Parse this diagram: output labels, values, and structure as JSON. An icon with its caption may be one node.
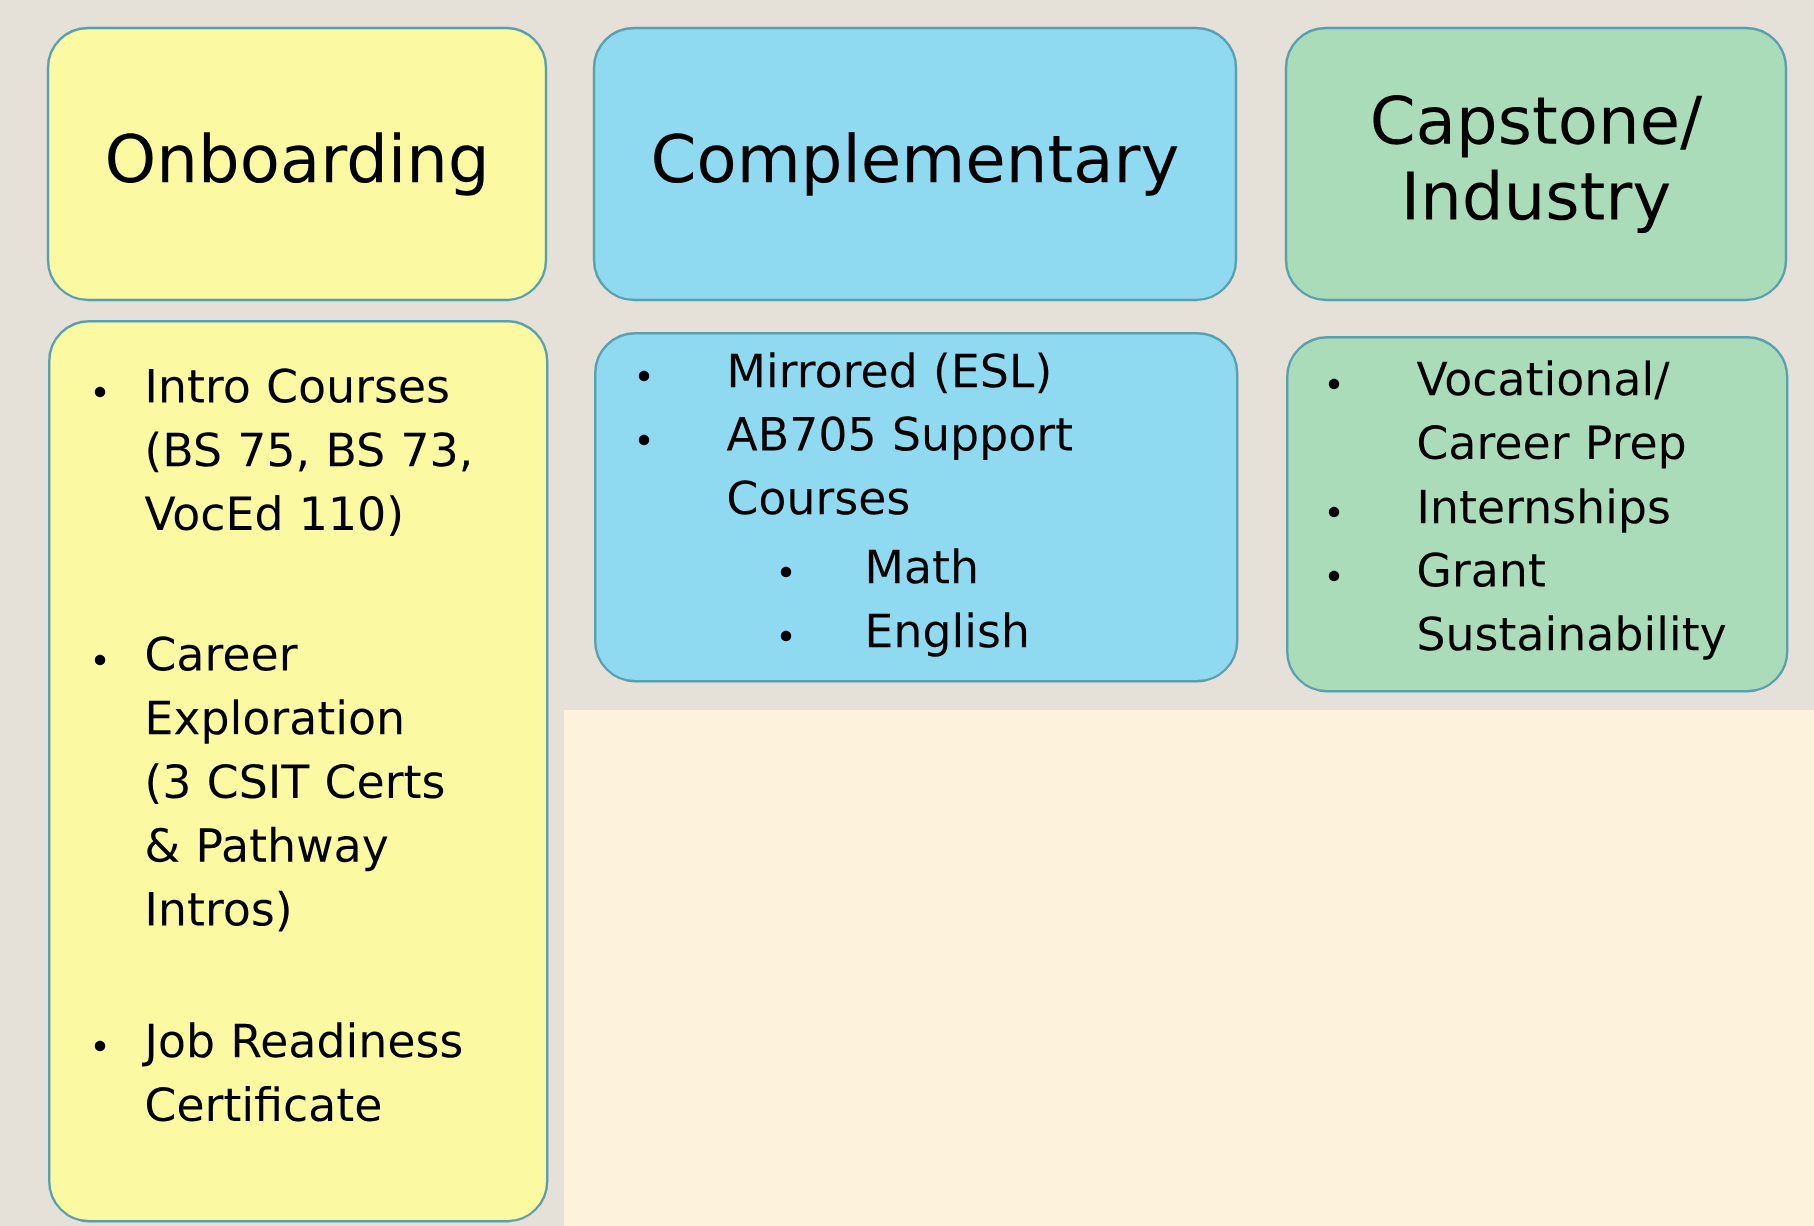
{
  "diagram": {
    "nodes": [
      {
        "text": [
          "Onboarding"
        ]
      },
      {
        "text": [
          "Complementary"
        ]
      },
      {
        "text": [
          "Capstone/ Industry"
        ]
      },
      {
        "text": [
          "Intro Courses (BS 75, BS 73, VocEd 110)",
          "Career Exploration (3 CSIT Certs & Pathway Intros)",
          "Job Readiness Certificate"
        ]
      },
      {
        "text": [
          "Mirrored (ESL)",
          "AB705 Support Courses",
          "Math",
          "English"
        ]
      },
      {
        "text": [
          "Vocational/ Career Prep",
          "Internships",
          "Grant Sustainability"
        ]
      }
    ]
  }
}
